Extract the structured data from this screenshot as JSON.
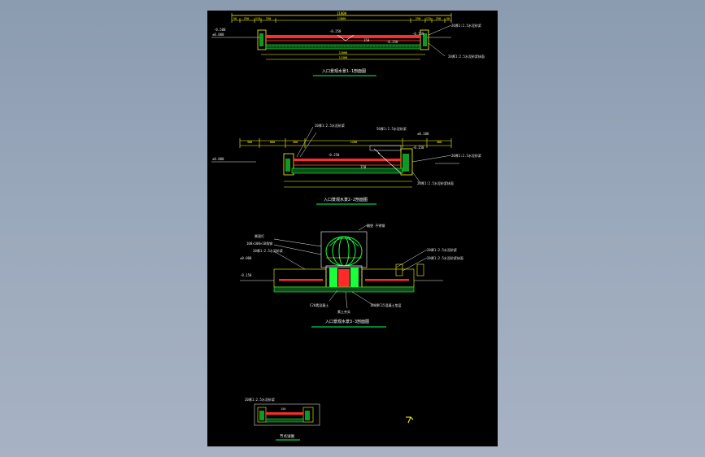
{
  "drawing": {
    "colors": {
      "background": "#000000",
      "frame": "#8b9bb0",
      "dimension": "#ffff00",
      "slab": "#ff2a2a",
      "planting": "#19ff3c",
      "annotation": "#e6e6e6",
      "outline": "#ffffff",
      "underline": "#00ff66"
    },
    "section1": {
      "title": "入口景观水景1-1剖面图",
      "dims_top": [
        "50",
        "250",
        "115",
        "250",
        "11800",
        "250",
        "115",
        "250",
        "50"
      ],
      "dim_total": "11800",
      "dim_bottom": "12000",
      "dim_bottom2": "11300",
      "elev_left": "±0.000",
      "elev_left2": "-0.500",
      "elev_water_l": "-0.250",
      "elev_water_r": "-0.250",
      "elev_right": "-0.150",
      "note_right_1": "20厚1:2.5水泥砂浆",
      "note_right_2": "20厚1:2.5水泥砂浆抹面",
      "label_mid": "150"
    },
    "section2": {
      "title": "入口景观水景2-2剖面图",
      "note_top_1": "20厚1:2.5水泥砂浆",
      "note_top_2": "50厚1:2.5水泥砂浆",
      "note_top_3": "±0.100",
      "dims_top": [
        "300",
        "800",
        "200",
        "1200",
        "300"
      ],
      "elev_left": "±0.000",
      "elev_mid": "-0.250",
      "elev_right": "-0.150",
      "note_right_1": "20厚1:2.5水泥砂浆",
      "note_right_2": "20厚1:2.5水泥砂浆抹面",
      "note_mid": "150"
    },
    "section3": {
      "title": "入口景观水景3-3剖面图",
      "note_top_right": "雕塑  不锈钢",
      "note_left_1": "景观灯",
      "note_left_2": "100×100×10角钢",
      "note_left_3": "20厚1:2.5水泥砂浆",
      "note_left_4": "±0.000",
      "note_right_1": "20厚1:2.5水泥砂浆",
      "note_right_2": "20厚1:2.5水泥砂浆抹面",
      "note_bottom_1": "C20素混凝土",
      "note_bottom_2": "100厚C15混凝土垫层",
      "note_bottom_3": "素土夯实",
      "elev_left": "-0.150"
    },
    "section4": {
      "title": "节点详图",
      "note_1": "20厚1:2.5水泥砂浆",
      "note_2": "150"
    }
  }
}
